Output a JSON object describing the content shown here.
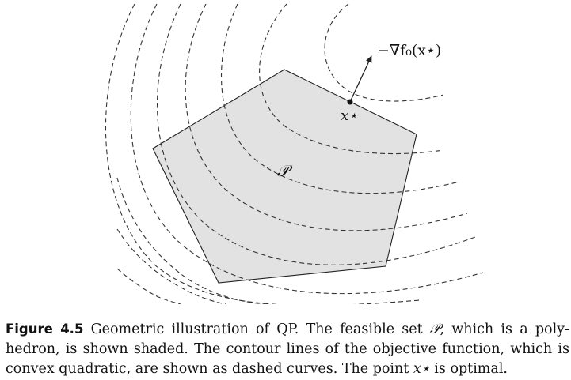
{
  "figure": {
    "region_label": "𝒫",
    "gradient_label": "−∇f₀(x⋆)",
    "point_label": "x⋆",
    "colors": {
      "polytope_fill": "#e2e2e2",
      "stroke": "#222222",
      "contour": "#333333"
    }
  },
  "caption": {
    "label": "Figure 4.5",
    "text_1": " Geometric illustration of QP. The feasible set ",
    "set_symbol": "𝒫",
    "text_2": ", which is a poly­hedron, is shown shaded. The contour lines of the objective function, which is convex quadratic, are shown as dashed curves. The point ",
    "point_symbol": "x⋆",
    "text_3": " is optimal."
  }
}
